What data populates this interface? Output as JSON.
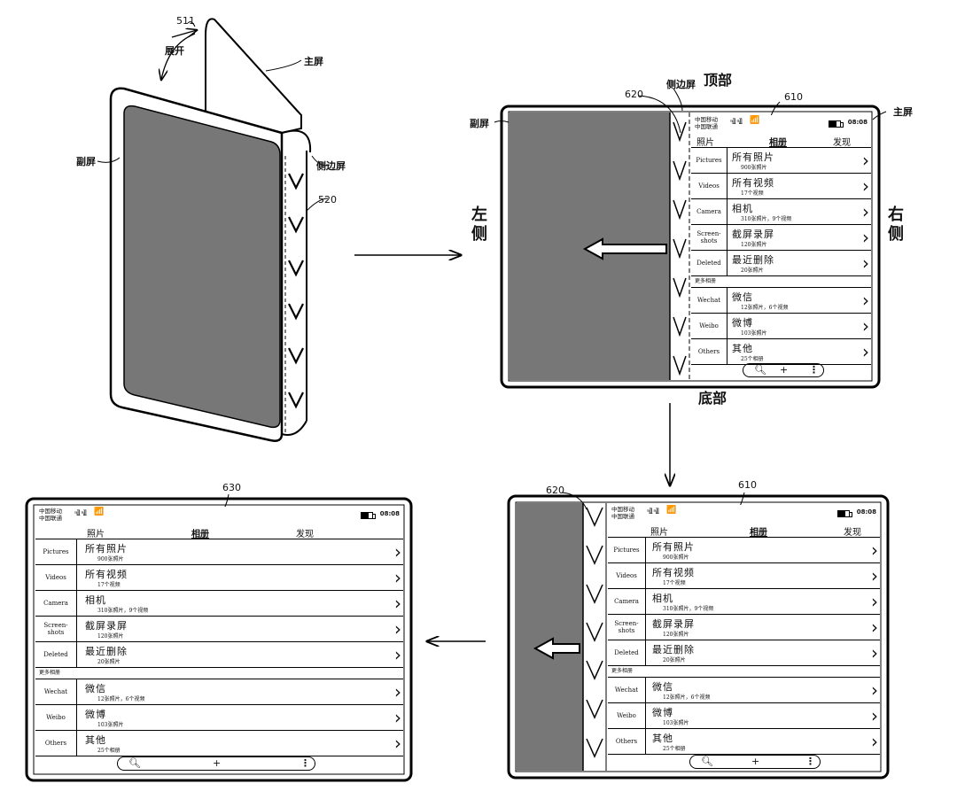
{
  "labels": {
    "n511": "511",
    "zhankai": "展开",
    "zhuping": "主屏",
    "fuping": "副屏",
    "cebianping": "侧边屏",
    "n520": "520",
    "n620": "620",
    "n610": "610",
    "n630": "630",
    "dingbu": "顶部",
    "dibu": "底部",
    "zuoce": "左侧",
    "youce": "右侧"
  },
  "phone": {
    "carrier_lines": "中国移动\n中国联通",
    "signal": "ᵃᵢll ᵃᵢll",
    "wifi_icon": "wifi-icon",
    "time": "08:08",
    "tabs": [
      "照片",
      "相册",
      "发现"
    ],
    "active_tab": 1,
    "albums": [
      {
        "key": "Pictures",
        "title": "所有照片",
        "sub": "900张照片"
      },
      {
        "key": "Videos",
        "title": "所有视频",
        "sub": "17个视频"
      },
      {
        "key": "Camera",
        "title": "相机",
        "sub": "310张照片，9个视频"
      },
      {
        "key": "Screen-\nshots",
        "title": "截屏录屏",
        "sub": "120张照片"
      },
      {
        "key": "Deleted",
        "title": "最近删除",
        "sub": "20张照片"
      }
    ],
    "more_label": "更多相册",
    "more_albums": [
      {
        "key": "Wechat",
        "title": "微信",
        "sub": "12张照片，6个视频"
      },
      {
        "key": "Weibo",
        "title": "微博",
        "sub": "103张照片"
      },
      {
        "key": "Others",
        "title": "其他",
        "sub": "25个相册"
      }
    ],
    "bottom_icons": [
      "search-icon",
      "plus-icon",
      "more-icon"
    ]
  }
}
